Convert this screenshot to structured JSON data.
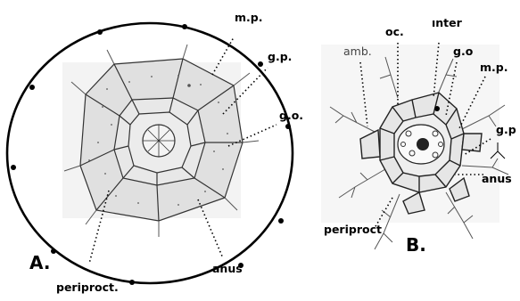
{
  "figure": {
    "panel_a": {
      "panel_label": "A.",
      "labels": {
        "mp": "m.p.",
        "gp": "g.p.",
        "go": "g.o.",
        "periproct": "periproct.",
        "anus": "anus"
      }
    },
    "panel_b": {
      "panel_label": "B.",
      "labels": {
        "oc": "oc.",
        "inter": "ınter",
        "amb": "amb.",
        "go": "g.o",
        "mp": "m.p.",
        "gp": "g.p",
        "anus": "anus",
        "periproct": "periproct"
      }
    }
  }
}
